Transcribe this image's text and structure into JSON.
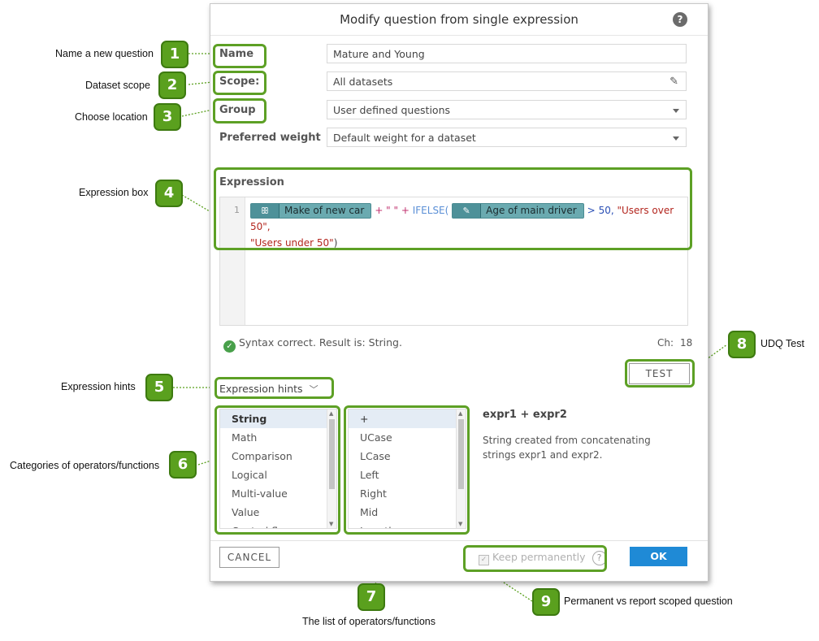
{
  "dialog": {
    "title": "Modify question from single expression",
    "help_icon_glyph": "?",
    "fields": {
      "name_label": "Name",
      "name_value": "Mature and Young",
      "scope_label": "Scope:",
      "scope_value": "All datasets",
      "group_label": "Group",
      "group_value": "User defined questions",
      "weight_label": "Preferred weight",
      "weight_value": "Default weight for a dataset"
    },
    "expression": {
      "label": "Expression",
      "line_number": "1",
      "chip1_label": "Make of new car",
      "code_part1": "+ \" \" +",
      "func_name": "IFELSE(",
      "chip2_label": "Age of main driver",
      "gt": ">",
      "num": "50,",
      "str1": "\"Users over 50\",",
      "str2": "\"Users under 50\"",
      "close_paren": ")"
    },
    "syntax_status": "Syntax correct. Result is: String.",
    "char_count_label": "Ch:",
    "char_count_value": "18",
    "test_label": "TEST",
    "hints": {
      "toggle_label": "Expression hints",
      "categories": [
        "String",
        "Math",
        "Comparison",
        "Logical",
        "Multi-value",
        "Value",
        "Control fl..."
      ],
      "operators": [
        "+",
        "UCase",
        "LCase",
        "Left",
        "Right",
        "Mid",
        "Length"
      ],
      "title": "expr1 + expr2",
      "description": "String created from concatenating strings expr1 and expr2."
    },
    "footer": {
      "cancel_label": "CANCEL",
      "keep_label": "Keep permanently",
      "keep_help_glyph": "?",
      "ok_label": "OK"
    }
  },
  "annotations": [
    {
      "n": "1",
      "text": "Name a new question"
    },
    {
      "n": "2",
      "text": "Dataset scope"
    },
    {
      "n": "3",
      "text": "Choose location"
    },
    {
      "n": "4",
      "text": "Expression box"
    },
    {
      "n": "5",
      "text": "Expression hints"
    },
    {
      "n": "6",
      "text": "Categories of operators/functions"
    },
    {
      "n": "7",
      "text": "The list of operators/functions"
    },
    {
      "n": "8",
      "text": "UDQ Test"
    },
    {
      "n": "9",
      "text": "Permanent vs report scoped question"
    }
  ],
  "colors": {
    "accent_green": "#5aa01e",
    "ok_blue": "#1f8ad6",
    "chip_teal": "#5b9ea5"
  }
}
